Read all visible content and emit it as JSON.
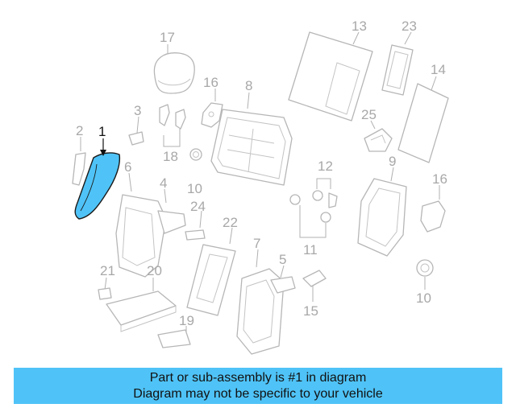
{
  "diagram": {
    "callouts": [
      {
        "id": "1",
        "label": "1",
        "highlight": true
      },
      {
        "id": "2",
        "label": "2"
      },
      {
        "id": "3",
        "label": "3"
      },
      {
        "id": "4",
        "label": "4"
      },
      {
        "id": "5",
        "label": "5"
      },
      {
        "id": "6",
        "label": "6"
      },
      {
        "id": "7",
        "label": "7"
      },
      {
        "id": "8",
        "label": "8"
      },
      {
        "id": "9",
        "label": "9"
      },
      {
        "id": "10a",
        "label": "10"
      },
      {
        "id": "10b",
        "label": "10"
      },
      {
        "id": "11",
        "label": "11"
      },
      {
        "id": "12",
        "label": "12"
      },
      {
        "id": "13",
        "label": "13"
      },
      {
        "id": "14",
        "label": "14"
      },
      {
        "id": "15",
        "label": "15"
      },
      {
        "id": "16a",
        "label": "16"
      },
      {
        "id": "16b",
        "label": "16"
      },
      {
        "id": "17",
        "label": "17"
      },
      {
        "id": "18",
        "label": "18"
      },
      {
        "id": "19",
        "label": "19"
      },
      {
        "id": "20",
        "label": "20"
      },
      {
        "id": "21",
        "label": "21"
      },
      {
        "id": "22",
        "label": "22"
      },
      {
        "id": "23",
        "label": "23"
      },
      {
        "id": "24",
        "label": "24"
      },
      {
        "id": "25",
        "label": "25"
      }
    ],
    "colors": {
      "highlight_fill": "#4fc3f7",
      "highlight_stroke": "#1a1a1a",
      "part_stroke": "#b6b6b6",
      "label_gray": "#a8a8a8"
    }
  },
  "banner": {
    "line1": "Part or sub-assembly is #1 in diagram",
    "line2": "Diagram may not be specific to your vehicle",
    "color": "#4fc3f7"
  }
}
